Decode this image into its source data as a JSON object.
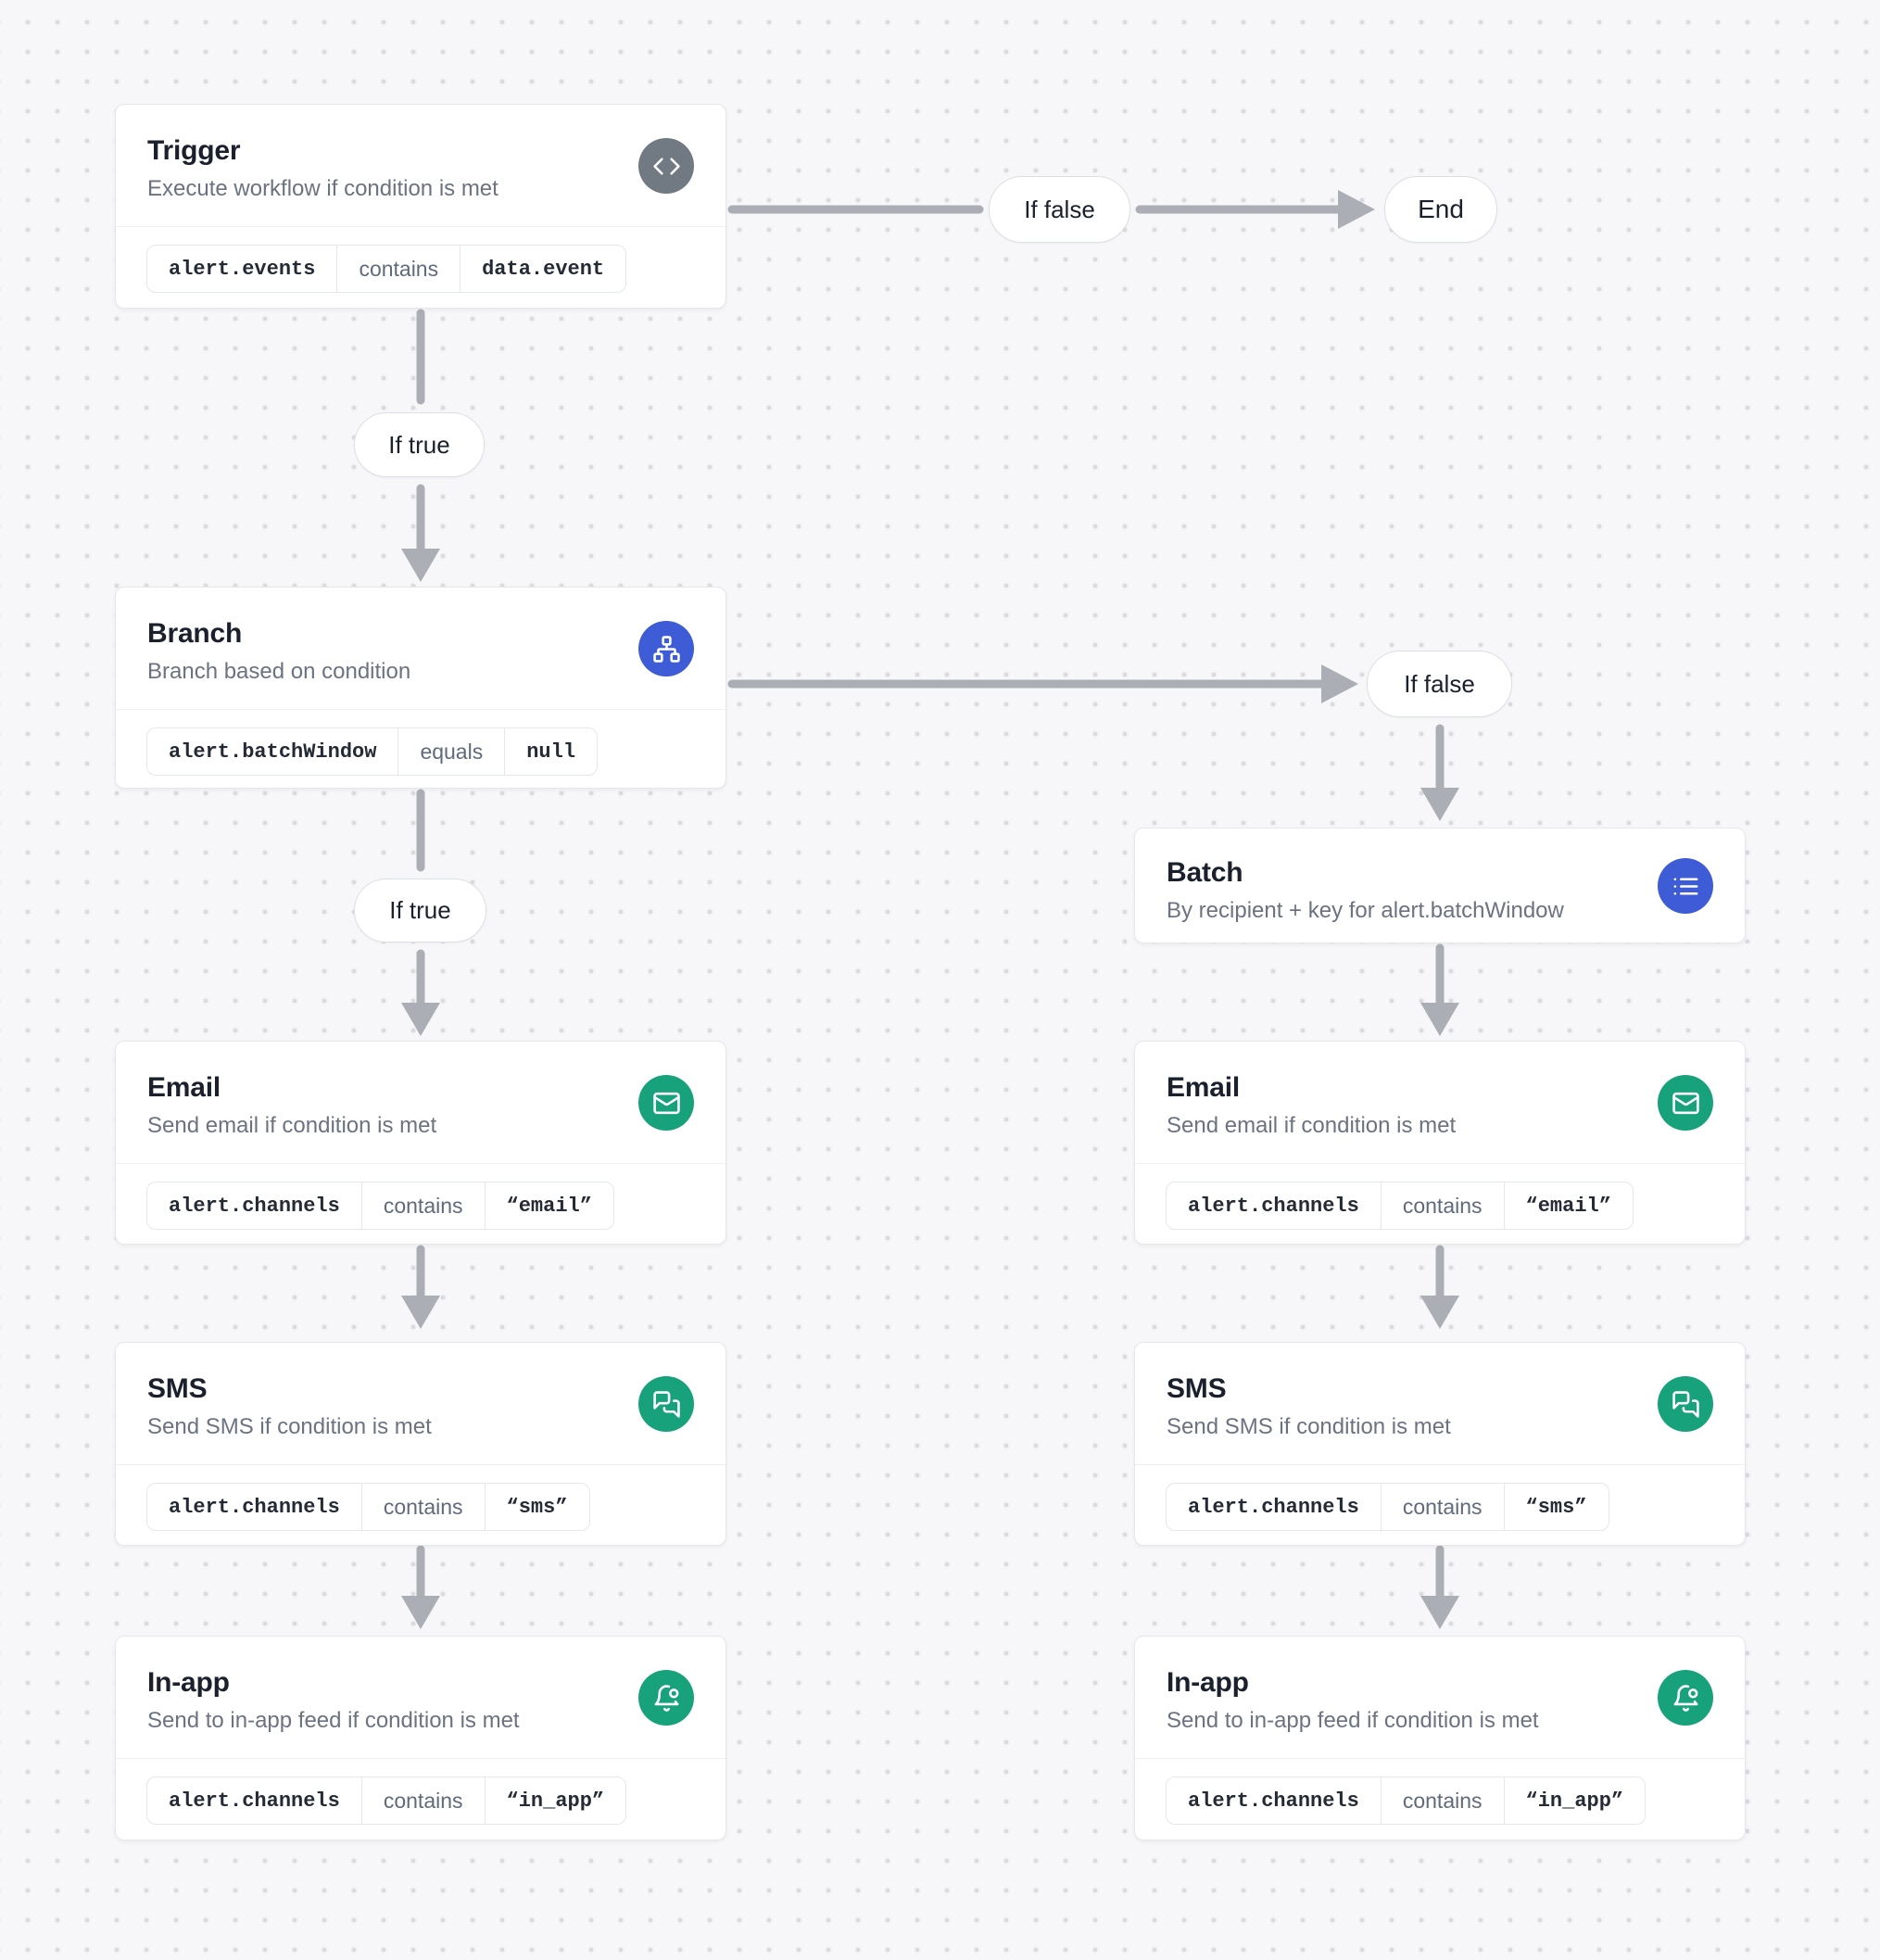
{
  "colors": {
    "background": "#F7F7F9",
    "dot_grid": "#D9DBDF",
    "accent_blue": "#3D5CD5",
    "accent_green": "#17A27C",
    "node_gray": "#717A83",
    "arrow_gray": "#ABAFB5"
  },
  "labels": {
    "if_true": "If true",
    "if_false": "If false"
  },
  "end_node": {
    "label": "End"
  },
  "nodes": [
    {
      "id": "trigger",
      "title": "Trigger",
      "description": "Execute workflow if condition is met",
      "icon": "code-icon",
      "condition": {
        "field": "alert.events",
        "operator": "contains",
        "value": "data.event"
      }
    },
    {
      "id": "branch",
      "title": "Branch",
      "description": "Branch based on condition",
      "icon": "sitemap-icon",
      "condition": {
        "field": "alert.batchWindow",
        "operator": "equals",
        "value": "null"
      }
    },
    {
      "id": "email-left",
      "title": "Email",
      "description": "Send email if condition is met",
      "icon": "mail-icon",
      "condition": {
        "field": "alert.channels",
        "operator": "contains",
        "value": "“email”"
      }
    },
    {
      "id": "sms-left",
      "title": "SMS",
      "description": "Send SMS if condition is met",
      "icon": "chat-bubbles-icon",
      "condition": {
        "field": "alert.channels",
        "operator": "contains",
        "value": "“sms”"
      }
    },
    {
      "id": "inapp-left",
      "title": "In-app",
      "description": "Send to in-app feed if condition is met",
      "icon": "bell-dot-icon",
      "condition": {
        "field": "alert.channels",
        "operator": "contains",
        "value": "“in_app”"
      }
    },
    {
      "id": "batch",
      "title": "Batch",
      "description": "By recipient + key for alert.batchWindow",
      "icon": "list-icon",
      "condition": null
    },
    {
      "id": "email-right",
      "title": "Email",
      "description": "Send email if condition is met",
      "icon": "mail-icon",
      "condition": {
        "field": "alert.channels",
        "operator": "contains",
        "value": "“email”"
      }
    },
    {
      "id": "sms-right",
      "title": "SMS",
      "description": "Send SMS if condition is met",
      "icon": "chat-bubbles-icon",
      "condition": {
        "field": "alert.channels",
        "operator": "contains",
        "value": "“sms”"
      }
    },
    {
      "id": "inapp-right",
      "title": "In-app",
      "description": "Send to in-app feed if condition is met",
      "icon": "bell-dot-icon",
      "condition": {
        "field": "alert.channels",
        "operator": "contains",
        "value": "“in_app”"
      }
    }
  ]
}
